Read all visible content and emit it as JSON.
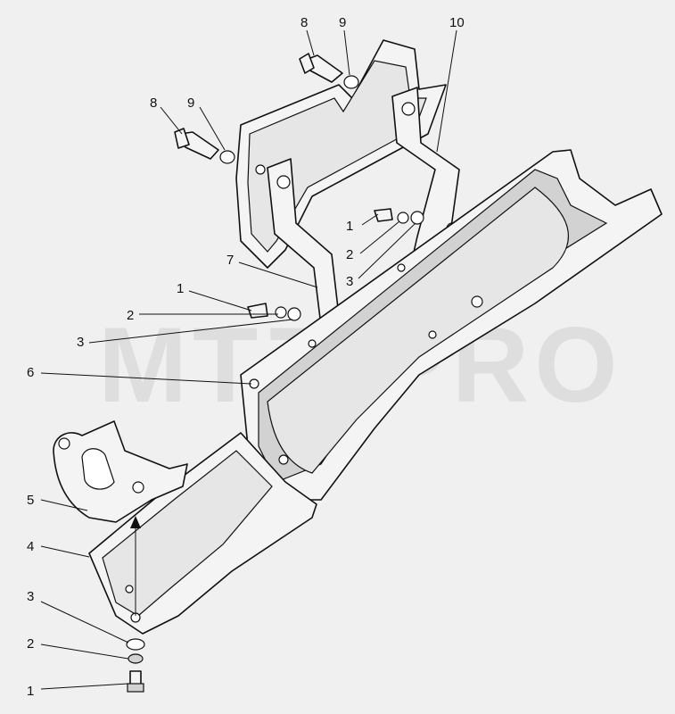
{
  "watermark": "MTZ-PRO",
  "callouts": {
    "c8a": "8",
    "c9a": "9",
    "c10": "10",
    "c8b": "8",
    "c9b": "9",
    "c1a": "1",
    "c2a": "2",
    "c3a": "3",
    "c7": "7",
    "c1b": "1",
    "c2b": "2",
    "c3b": "3",
    "c6": "6",
    "c5": "5",
    "c4": "4",
    "c3c": "3",
    "c2c": "2",
    "c1c": "1"
  }
}
